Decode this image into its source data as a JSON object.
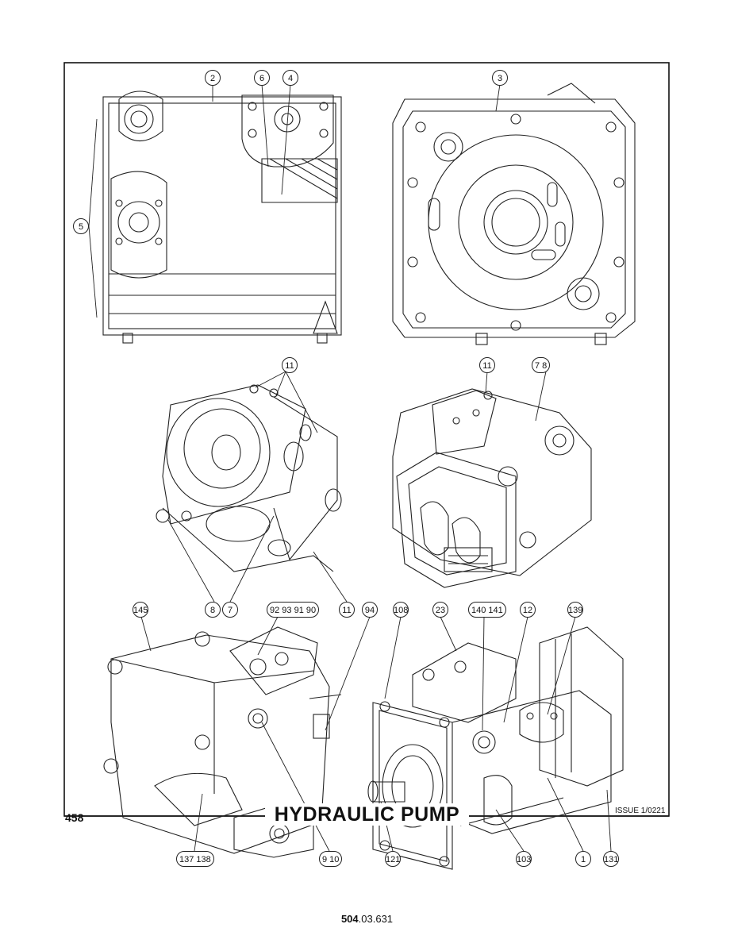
{
  "page": {
    "number": "458",
    "title": "HYDRAULIC PUMP",
    "issue": "ISSUE 1/0221",
    "code_bold": "504",
    "code_rest": ".03.631"
  },
  "callouts": {
    "c2": "2",
    "c6": "6",
    "c4": "4",
    "c3": "3",
    "c5": "5",
    "c11a": "11",
    "c11b": "11",
    "c78": "7 8",
    "c8": "8",
    "c7": "7",
    "c9293": "92 93 91 90",
    "c11c": "11",
    "c94": "94",
    "c108": "108",
    "c23": "23",
    "c140": "140 141",
    "c12": "12",
    "c139": "139",
    "c145": "145",
    "c137": "137 138",
    "c910": "9 10",
    "c121": "121",
    "c103": "103",
    "c1": "1",
    "c131": "131"
  }
}
